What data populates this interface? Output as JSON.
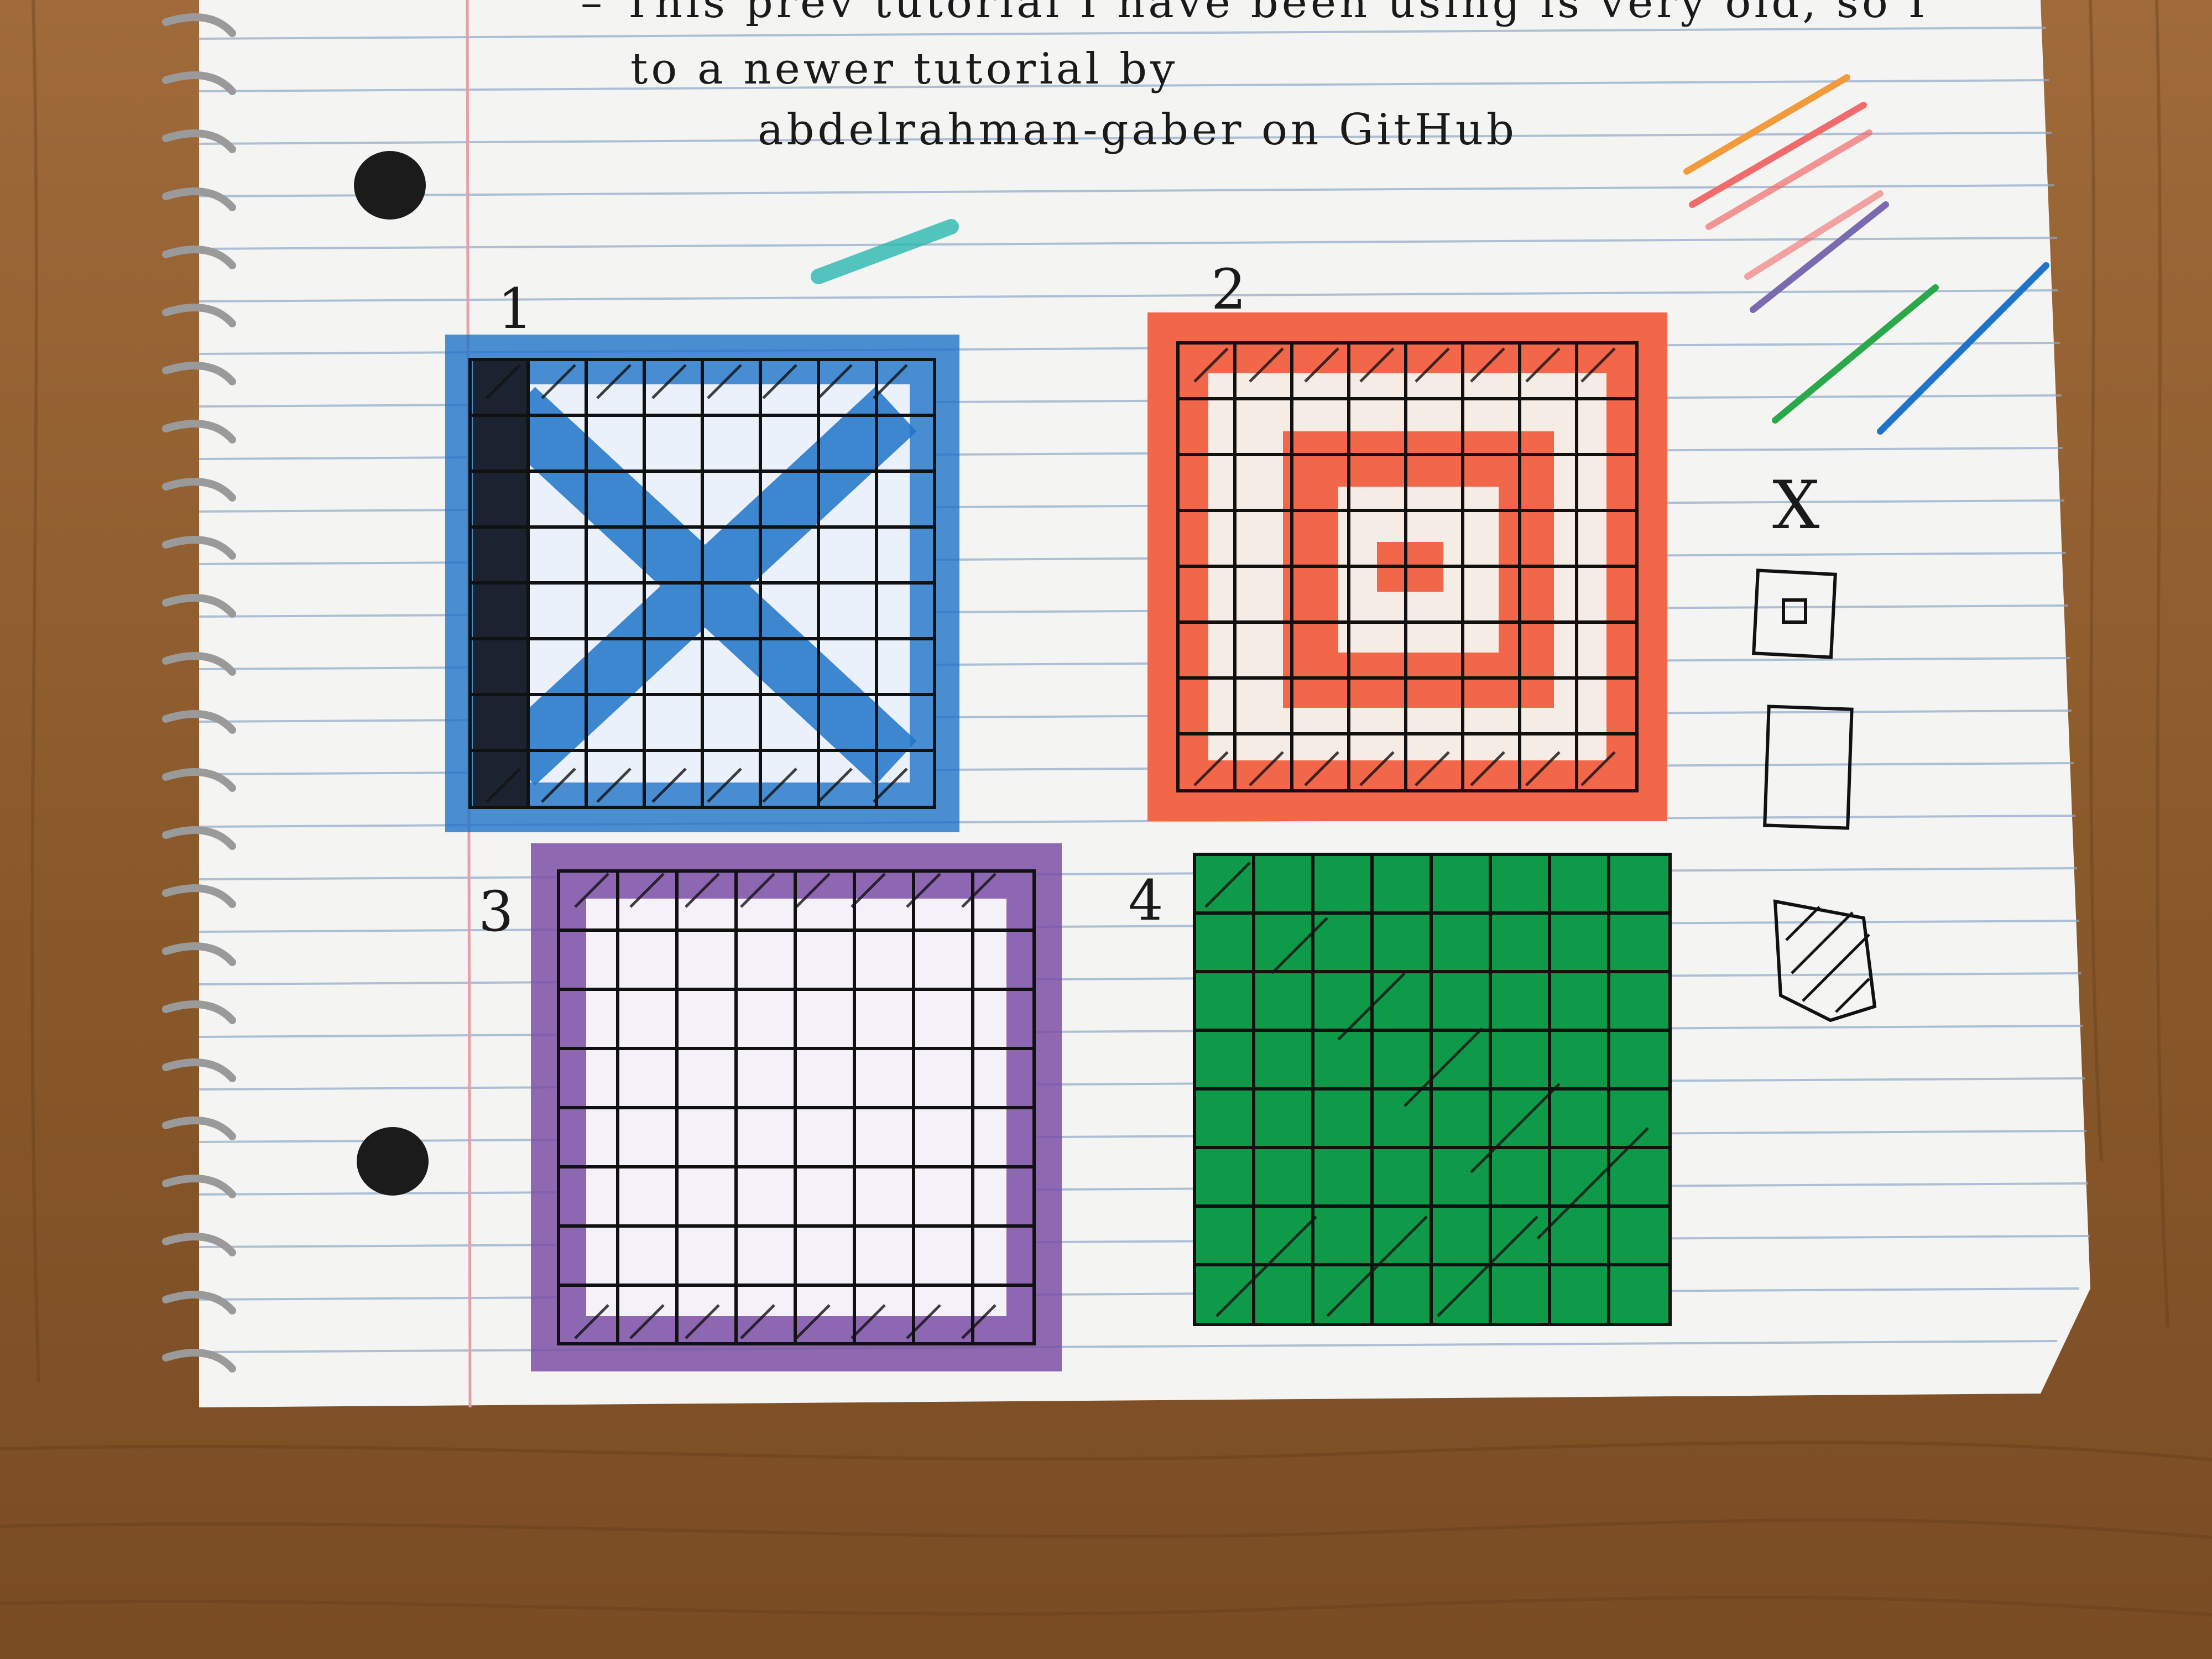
{
  "notes": {
    "line1": "– This prev tutorial I have been using is very old, so I",
    "line2": "to a newer tutorial by",
    "line3": "abdelrahman-gaber on GitHub"
  },
  "figures": [
    {
      "number": "1",
      "pattern": "x-cross",
      "color": "#1f73c8"
    },
    {
      "number": "2",
      "pattern": "concentric-squares",
      "color": "#f2664a"
    },
    {
      "number": "3",
      "pattern": "hollow-square",
      "color": "#7b4fa6"
    },
    {
      "number": "4",
      "pattern": "filled-square",
      "color": "#0f9a4a"
    }
  ],
  "legend": {
    "x_symbol": "X",
    "items": [
      "small-square-in-square",
      "empty-square",
      "hatched-square"
    ]
  },
  "swatches": [
    "#f39a3c",
    "#f06b6b",
    "#7a6ab0",
    "#2aa84a",
    "#1f73c8",
    "#2ab7b0"
  ]
}
